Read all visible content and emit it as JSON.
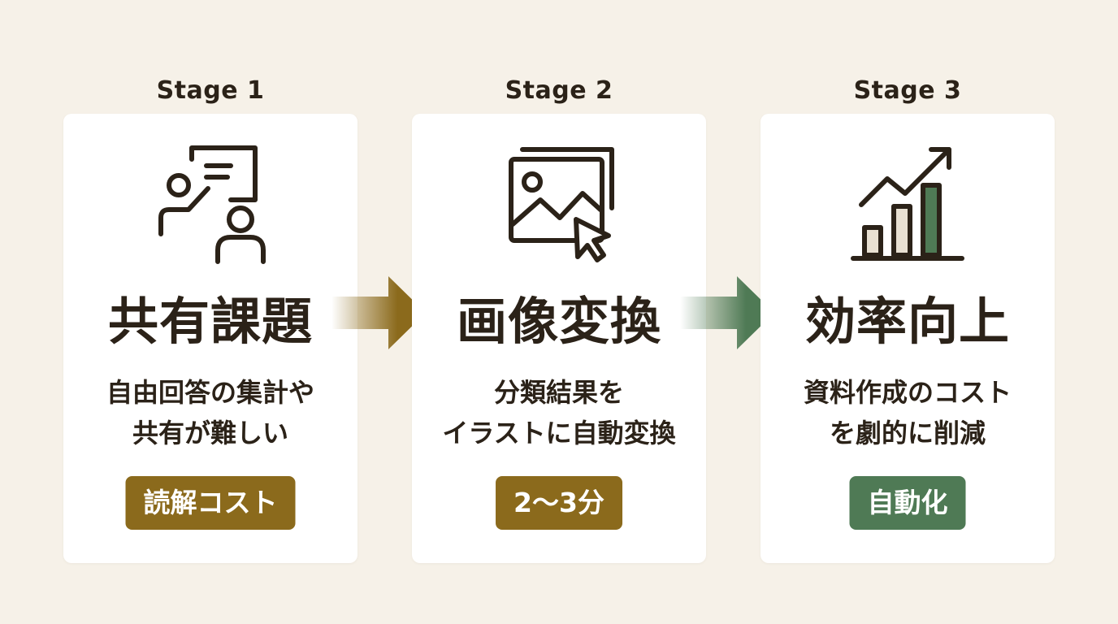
{
  "colors": {
    "background": "#f6f1e8",
    "card": "#ffffff",
    "text": "#2b2218",
    "gold": "#8b6a1c",
    "green": "#4f7a55"
  },
  "stages": [
    {
      "label": "Stage 1",
      "icon": "presenter-icon",
      "title": "共有課題",
      "desc_line1": "自由回答の集計や",
      "desc_line2": "共有が難しい",
      "badge": "読解コスト",
      "badge_color": "#8b6a1c"
    },
    {
      "label": "Stage 2",
      "icon": "image-cursor-icon",
      "title": "画像変換",
      "desc_line1": "分類結果を",
      "desc_line2": "イラストに自動変換",
      "badge": "2〜3分",
      "badge_color": "#8b6a1c"
    },
    {
      "label": "Stage 3",
      "icon": "growth-chart-icon",
      "title": "効率向上",
      "desc_line1": "資料作成のコスト",
      "desc_line2": "を劇的に削減",
      "badge": "自動化",
      "badge_color": "#4f7a55"
    }
  ],
  "arrows": [
    {
      "icon": "arrow-right-icon",
      "color": "#8b6a1c"
    },
    {
      "icon": "arrow-right-icon",
      "color": "#4f7a55"
    }
  ]
}
